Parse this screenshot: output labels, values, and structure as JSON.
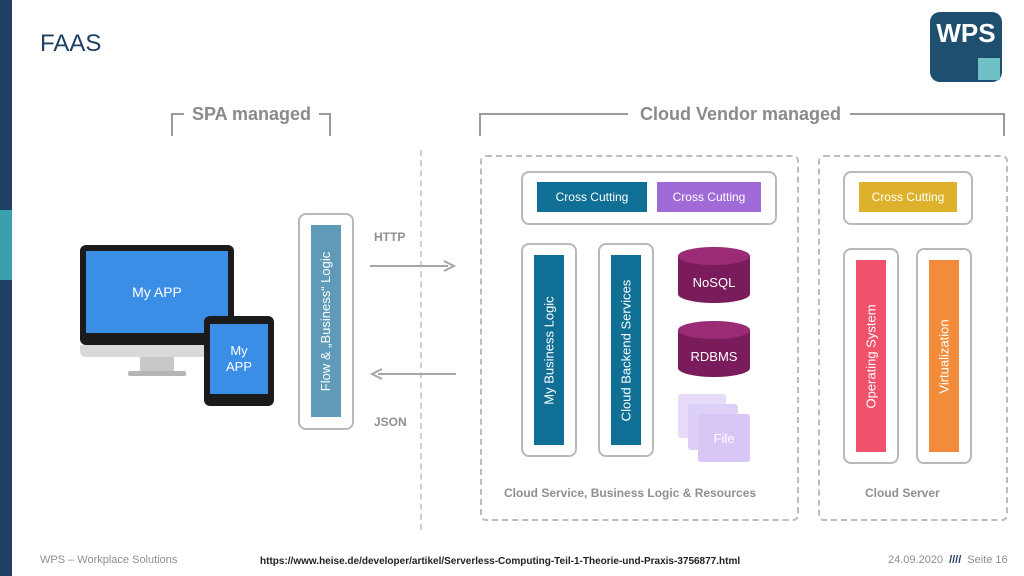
{
  "slide": {
    "title": "FAAS",
    "logo_text": "WPS"
  },
  "diagram": {
    "spa_label": "SPA managed",
    "cloud_label": "Cloud Vendor managed",
    "my_app_monitor": "My APP",
    "my_app_tablet_line1": "My",
    "my_app_tablet_line2": "APP",
    "flow_logic": "Flow & „Business“ Logic",
    "http": "HTTP",
    "json": "JSON",
    "cross_cutting_1": "Cross Cutting",
    "cross_cutting_2": "Cross Cutting",
    "cross_cutting_3": "Cross Cutting",
    "my_business_logic": "My Business Logic",
    "cloud_backend_services": "Cloud Backend Services",
    "nosql": "NoSQL",
    "rdbms": "RDBMS",
    "file": "File",
    "operating_system": "Operating System",
    "virtualization": "Virtualization",
    "cloud_service_caption": "Cloud Service,  Business Logic & Resources",
    "cloud_server_caption": "Cloud Server",
    "colors": {
      "navy": "#1f3f63",
      "teal_blue": "#0f6f94",
      "purple": "#a06ad8",
      "gold": "#ddb12c",
      "magenta": "#7a1b5c",
      "pink": "#f0516b",
      "orange": "#f28c3a",
      "lavender": "#d7c6f6"
    }
  },
  "footer": {
    "left": "WPS – Workplace Solutions",
    "url": "https://www.heise.de/developer/artikel/Serverless-Computing-Teil-1-Theorie-und-Praxis-3756877.html",
    "date": "24.09.2020",
    "separator": "////",
    "page": "Seite 16"
  }
}
